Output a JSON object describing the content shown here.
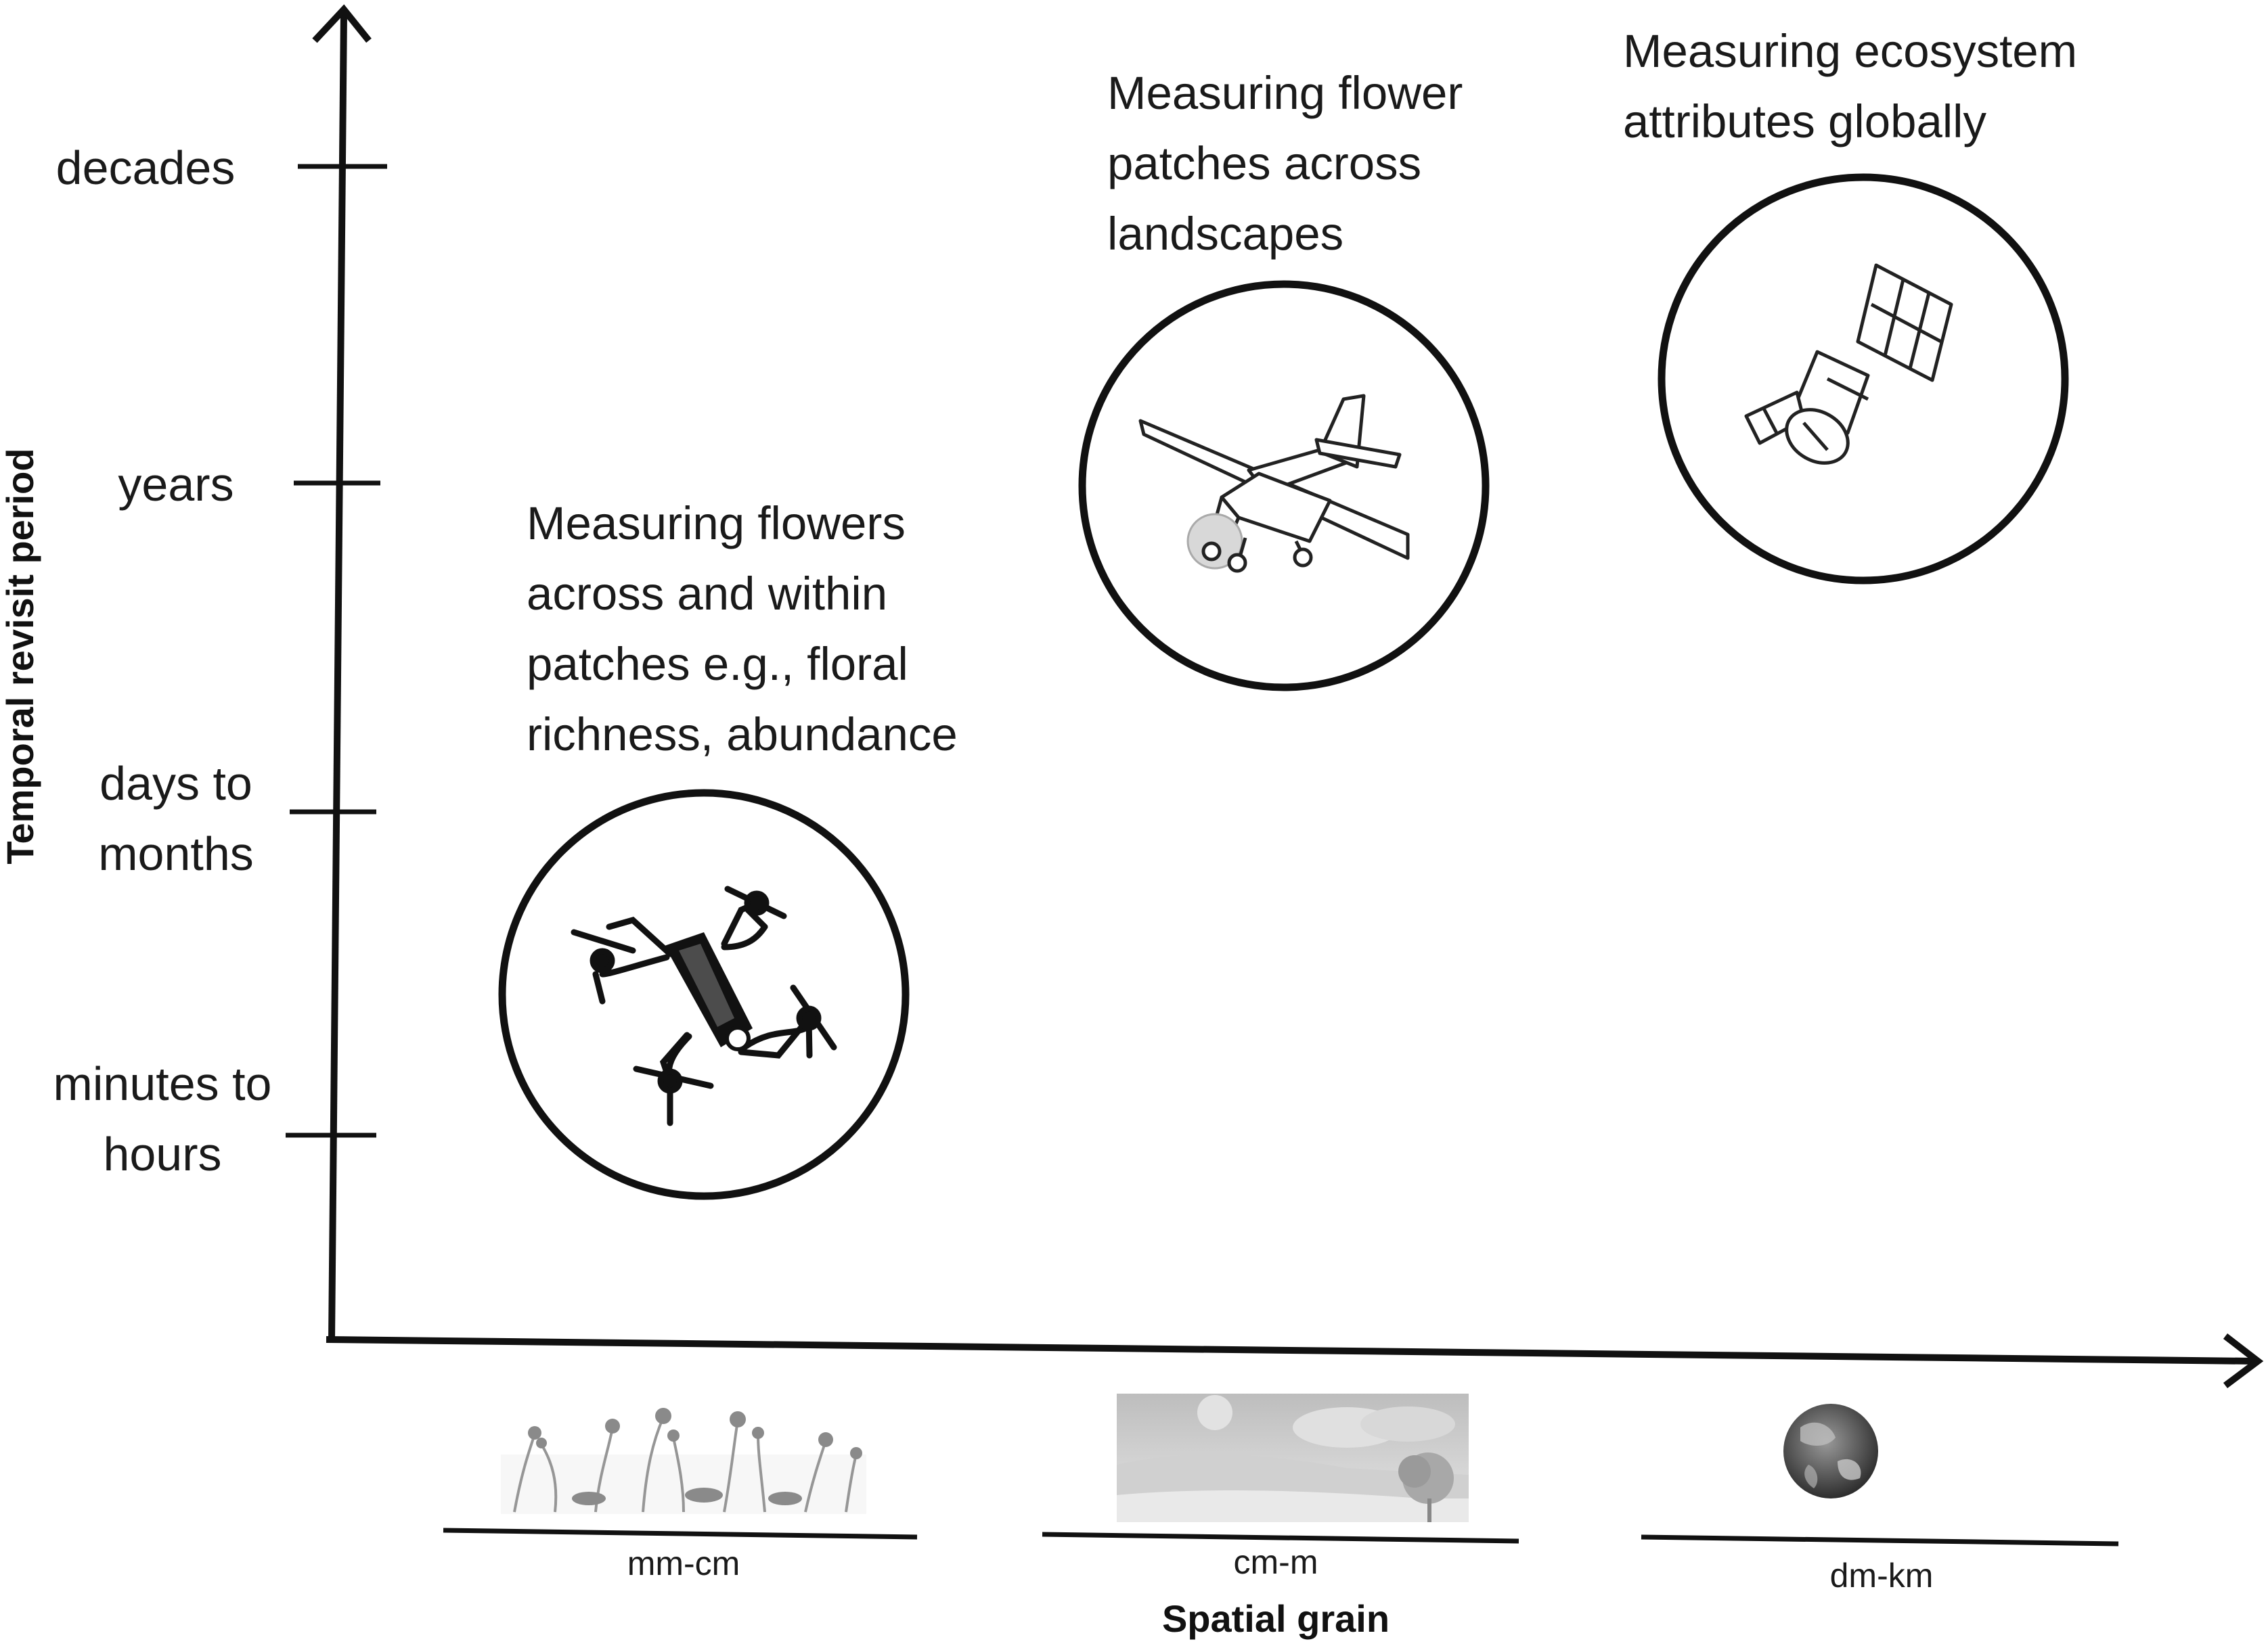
{
  "axes": {
    "y_title": "Temporal revisit period",
    "x_title": "Spatial grain"
  },
  "y_ticks": [
    {
      "id": "decades",
      "lines": [
        "decades"
      ]
    },
    {
      "id": "years",
      "lines": [
        "years"
      ]
    },
    {
      "id": "days-to-months",
      "lines": [
        "days to",
        "months"
      ]
    },
    {
      "id": "minutes-to-hours",
      "lines": [
        "minutes to",
        "hours"
      ]
    }
  ],
  "x_ticks": [
    {
      "id": "mm-cm",
      "label": "mm-cm",
      "icon": "wildflowers-icon"
    },
    {
      "id": "cm-m",
      "label": "cm-m",
      "icon": "landscape-icon"
    },
    {
      "id": "dm-km",
      "label": "dm-km",
      "icon": "globe-icon"
    }
  ],
  "platforms": [
    {
      "id": "drone",
      "icon": "drone-icon",
      "description": [
        "Measuring flowers",
        "across and within",
        "patches e.g., floral",
        "richness, abundance"
      ]
    },
    {
      "id": "plane",
      "icon": "airplane-icon",
      "description": [
        "Measuring flower",
        "patches across",
        "landscapes"
      ]
    },
    {
      "id": "satellite",
      "icon": "satellite-icon",
      "description": [
        "Measuring ecosystem",
        "attributes globally"
      ]
    }
  ],
  "colors": {
    "ink": "#111111",
    "text": "#1a1a1a"
  }
}
